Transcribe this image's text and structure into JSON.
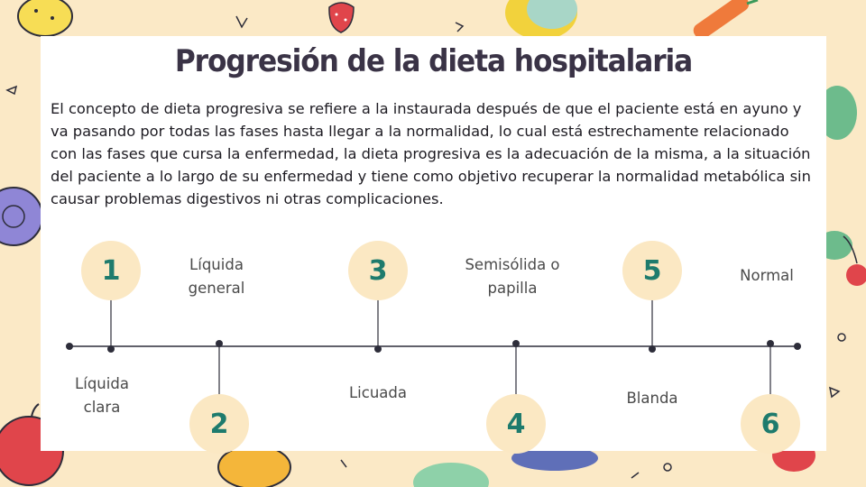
{
  "title": "Progresión de la dieta hospitalaria",
  "intro": "El concepto de dieta progresiva se refiere a la instaurada después de que el paciente está en ayuno y va pasando por todas las fases hasta llegar a la normalidad, lo cual está estrechamente relacionado con las fases que cursa la enfermedad, la dieta progresiva es la adecuación de la misma, a la situación del paciente a lo largo de su enfermedad y tiene como objetivo recuperar la normalidad metabólica sin causar problemas digestivos ni otras complicaciones.",
  "steps": [
    {
      "number": "1",
      "label": "Líquida clara"
    },
    {
      "number": "2",
      "label": "Líquida general"
    },
    {
      "number": "3",
      "label": "Licuada"
    },
    {
      "number": "4",
      "label": "Semisólida o papilla"
    },
    {
      "number": "5",
      "label": "Blanda"
    },
    {
      "number": "6",
      "label": "Normal"
    }
  ],
  "colors": {
    "background": "#fbe9c6",
    "card": "#ffffff",
    "title": "#3a3346",
    "number": "#1e7b6d",
    "circle": "#fbe8c3",
    "line": "#2d2d3a"
  }
}
